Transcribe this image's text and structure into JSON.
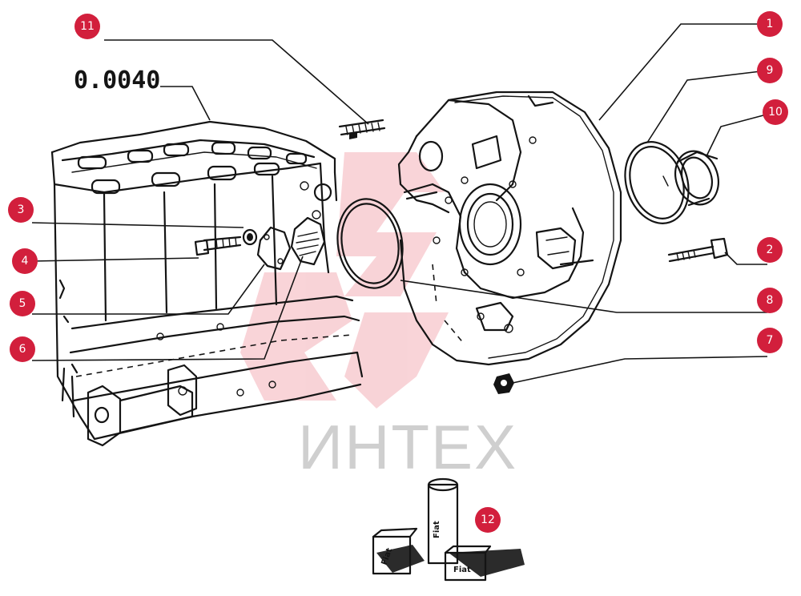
{
  "diagram": {
    "code": "0.0040",
    "watermark": "ИНТЕХ",
    "accent_color": "#d21f3c",
    "callouts": [
      "1",
      "2",
      "3",
      "4",
      "5",
      "6",
      "7",
      "8",
      "9",
      "10",
      "11",
      "12"
    ],
    "box_label": "Fiat"
  }
}
